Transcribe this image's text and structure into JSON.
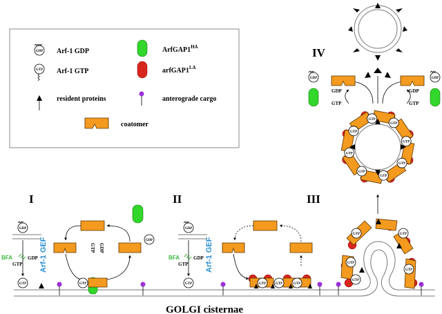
{
  "legend": {
    "arf1_gdp": "Arf-1 GDP",
    "arf1_gtp": "Arf-1 GTP",
    "resident": "resident proteins",
    "arfgap1_ha_base": "ArfGAP1",
    "arfgap1_ha_sup": "HA",
    "arfgap1_la_base": "arfGAP1",
    "arfgap1_la_sup": "LA",
    "cargo": "anterograde cargo",
    "coatomer": "coatomer"
  },
  "glyph": {
    "gdp": "GDP",
    "gtp": "GTP"
  },
  "stages": {
    "s1": "I",
    "s2": "II",
    "s3": "III",
    "s4": "IV"
  },
  "labels": {
    "bfa": "BFA",
    "gef": "Arf-1 GEF",
    "gdp": "GDP",
    "gtp": "GTP",
    "golgi": "GOLGI cisternae"
  },
  "colors": {
    "coatomer": "#f39a1f",
    "arfgap1_ha": "#33d62a",
    "arfgap1_la": "#d9261c",
    "gef_text": "#2a8fd0",
    "bfa_text": "#3cb83c",
    "cargo": "#9b30d9"
  }
}
